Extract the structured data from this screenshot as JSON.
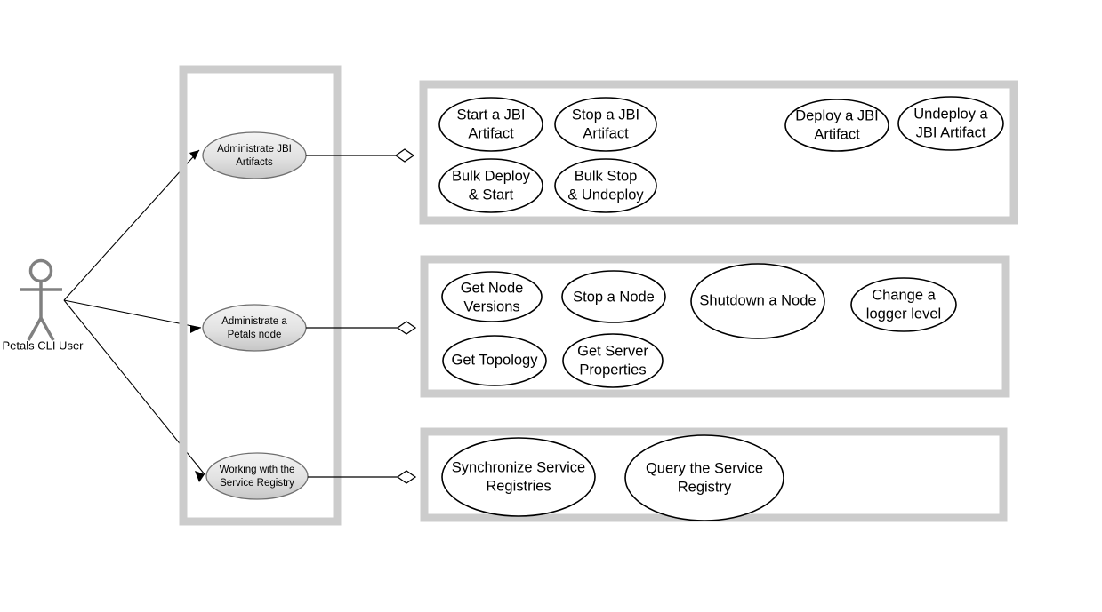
{
  "diagram": {
    "type": "uml-use-case-diagram",
    "background_color": "#ffffff",
    "panel_border_color": "#cccccc",
    "actor_color": "#808080",
    "group_ellipse_fill_top": "#f2f2f2",
    "group_ellipse_fill_bottom": "#c8c8c8",
    "usecase_fill": "#ffffff",
    "line_color": "#000000"
  },
  "actor": {
    "name": "Petals CLI User",
    "icon": "stick-figure-actor"
  },
  "groups": [
    {
      "id": "administrate-jbi-artifacts",
      "label_line1": "Administrate JBI",
      "label_line2": "Artifacts"
    },
    {
      "id": "administrate-a-petals-node",
      "label_line1": "Administrate a",
      "label_line2": "Petals node"
    },
    {
      "id": "working-with-the-service-registry",
      "label_line1": "Working with the",
      "label_line2": "Service Registry"
    }
  ],
  "panels": [
    {
      "id": "jbi-artifacts-panel",
      "use_cases": [
        {
          "id": "start-a-jbi-artifact",
          "line1": "Start a JBI",
          "line2": "Artifact"
        },
        {
          "id": "stop-a-jbi-artifact",
          "line1": "Stop a JBI",
          "line2": "Artifact"
        },
        {
          "id": "deploy-a-jbi-artifact",
          "line1": "Deploy a JBI",
          "line2": "Artifact"
        },
        {
          "id": "undeploy-a-jbi-artifact",
          "line1": "Undeploy a",
          "line2": "JBI Artifact"
        },
        {
          "id": "bulk-deploy-and-start",
          "line1": "Bulk Deploy",
          "line2": "& Start"
        },
        {
          "id": "bulk-stop-and-undeploy",
          "line1": "Bulk Stop",
          "line2": "& Undeploy"
        }
      ]
    },
    {
      "id": "petals-node-panel",
      "use_cases": [
        {
          "id": "get-node-versions",
          "line1": "Get Node",
          "line2": "Versions"
        },
        {
          "id": "stop-a-node",
          "line1": "Stop a Node",
          "line2": ""
        },
        {
          "id": "shutdown-a-node",
          "line1": "Shutdown a Node",
          "line2": ""
        },
        {
          "id": "change-a-logger-level",
          "line1": "Change a",
          "line2": "logger level"
        },
        {
          "id": "get-topology",
          "line1": "Get Topology",
          "line2": ""
        },
        {
          "id": "get-server-properties",
          "line1": "Get Server",
          "line2": "Properties"
        }
      ]
    },
    {
      "id": "service-registry-panel",
      "use_cases": [
        {
          "id": "synchronize-service-registries",
          "line1": "Synchronize Service",
          "line2": "Registries"
        },
        {
          "id": "query-the-service-registry",
          "line1": "Query the Service",
          "line2": "Registry"
        }
      ]
    }
  ]
}
